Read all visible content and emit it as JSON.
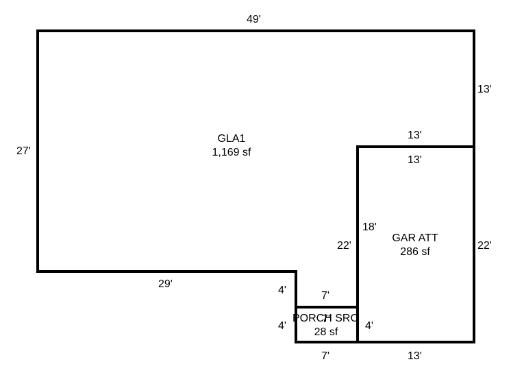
{
  "rooms": {
    "gla1": {
      "name": "GLA1",
      "area": "1,169 sf"
    },
    "garage": {
      "name": "GAR ATT",
      "area": "286 sf"
    },
    "porch": {
      "name": "PORCH SRC",
      "area": "28 sf"
    }
  },
  "dimensions": {
    "gla_top": "49'",
    "gla_left": "27'",
    "gla_bottom": "29'",
    "gla_right_upper": "13'",
    "gla_step_top": "13'",
    "gla_right_lower": "22'",
    "gla_notch": "4'",
    "gar_top": "13'",
    "gar_left": "18'",
    "gar_right": "22'",
    "gar_bottom": "13'",
    "porch_top": "7'",
    "porch_inner_top": "7'",
    "porch_left": "4'",
    "porch_right": "4'",
    "porch_bottom": "7'"
  }
}
